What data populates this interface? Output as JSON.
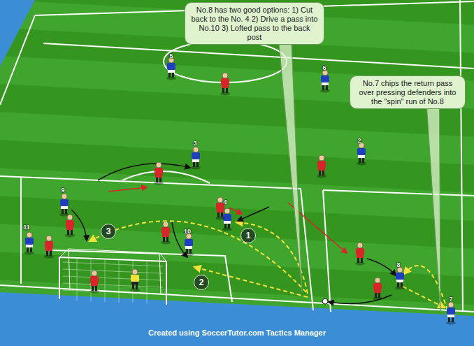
{
  "diagram": {
    "caption": "Created using SoccerTutor.com Tactics Manager",
    "nodes": [
      {
        "text": [
          "No.8 has two good options: 1) Cut back to the No. 4 2) Drive a pass into No.10 3) Lofted pass to the back post"
        ]
      },
      {
        "text": [
          "No.7 chips the return pass over pressing defenders into the \"spin\" run of No.8"
        ]
      },
      {
        "text": [
          "3"
        ]
      },
      {
        "text": [
          "1"
        ]
      },
      {
        "text": [
          "2"
        ]
      }
    ],
    "labels": [
      "5",
      "6",
      "3",
      "2",
      "9",
      "4",
      "11",
      "10",
      "8",
      "7"
    ]
  }
}
